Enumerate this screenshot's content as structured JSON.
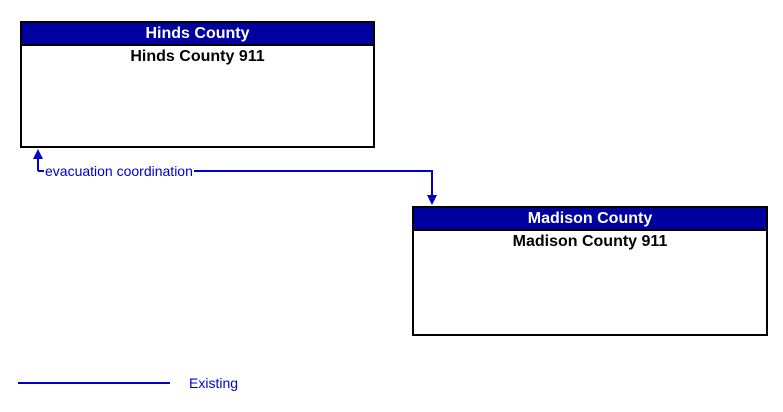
{
  "diagram": {
    "type": "interconnect-diagram",
    "background_color": "#ffffff",
    "colors": {
      "header_bg": "#0000a0",
      "header_text": "#ffffff",
      "box_border": "#000000",
      "body_text": "#000000",
      "connector_line": "#0000c8",
      "label_text": "#0000cc"
    },
    "boxes": [
      {
        "title": "Hinds County",
        "body": "Hinds County 911"
      },
      {
        "title": "Madison County",
        "body": "Madison County 911"
      }
    ],
    "connections": [
      {
        "label": "evacuation coordination",
        "from": "Madison County 911",
        "to": "Hinds County 911",
        "bidirectional": true,
        "status": "existing",
        "line_style": "solid"
      }
    ],
    "legend": {
      "items": [
        {
          "label": "Existing",
          "line_style": "solid",
          "line_color": "#0000c8"
        }
      ]
    }
  }
}
